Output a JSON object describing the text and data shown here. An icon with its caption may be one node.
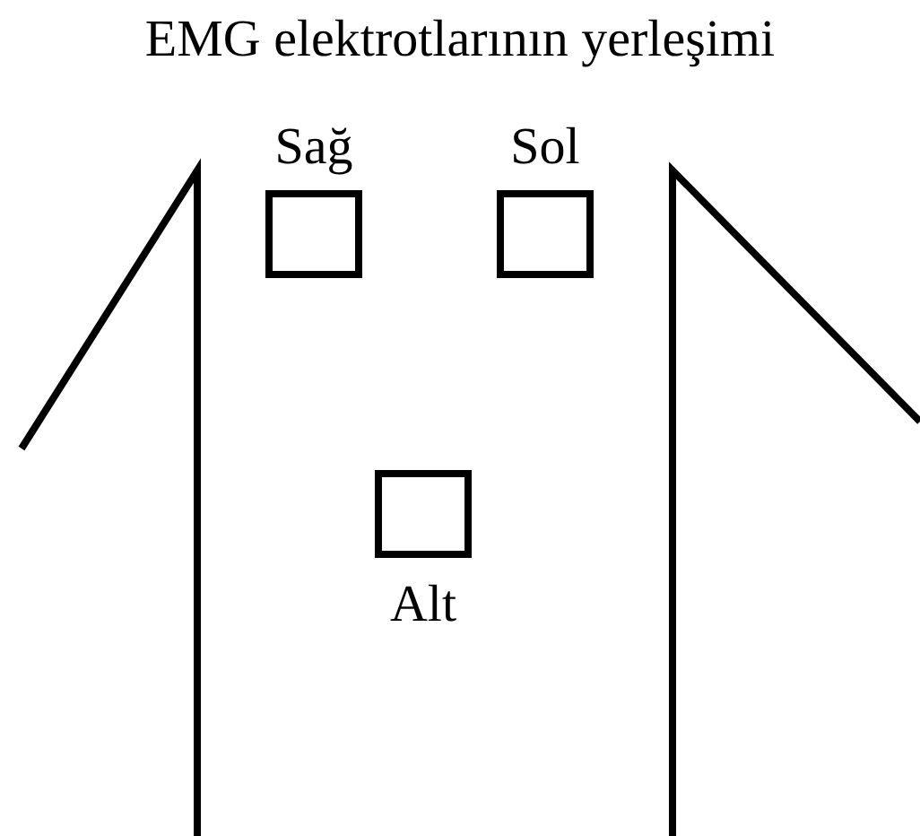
{
  "diagram": {
    "title": "EMG elektrotlarının yerleşimi",
    "nodes": [
      {
        "text": [
          "Sağ"
        ]
      },
      {
        "text": [
          "Sol"
        ]
      },
      {
        "text": [
          "Alt"
        ]
      }
    ],
    "edges": []
  }
}
